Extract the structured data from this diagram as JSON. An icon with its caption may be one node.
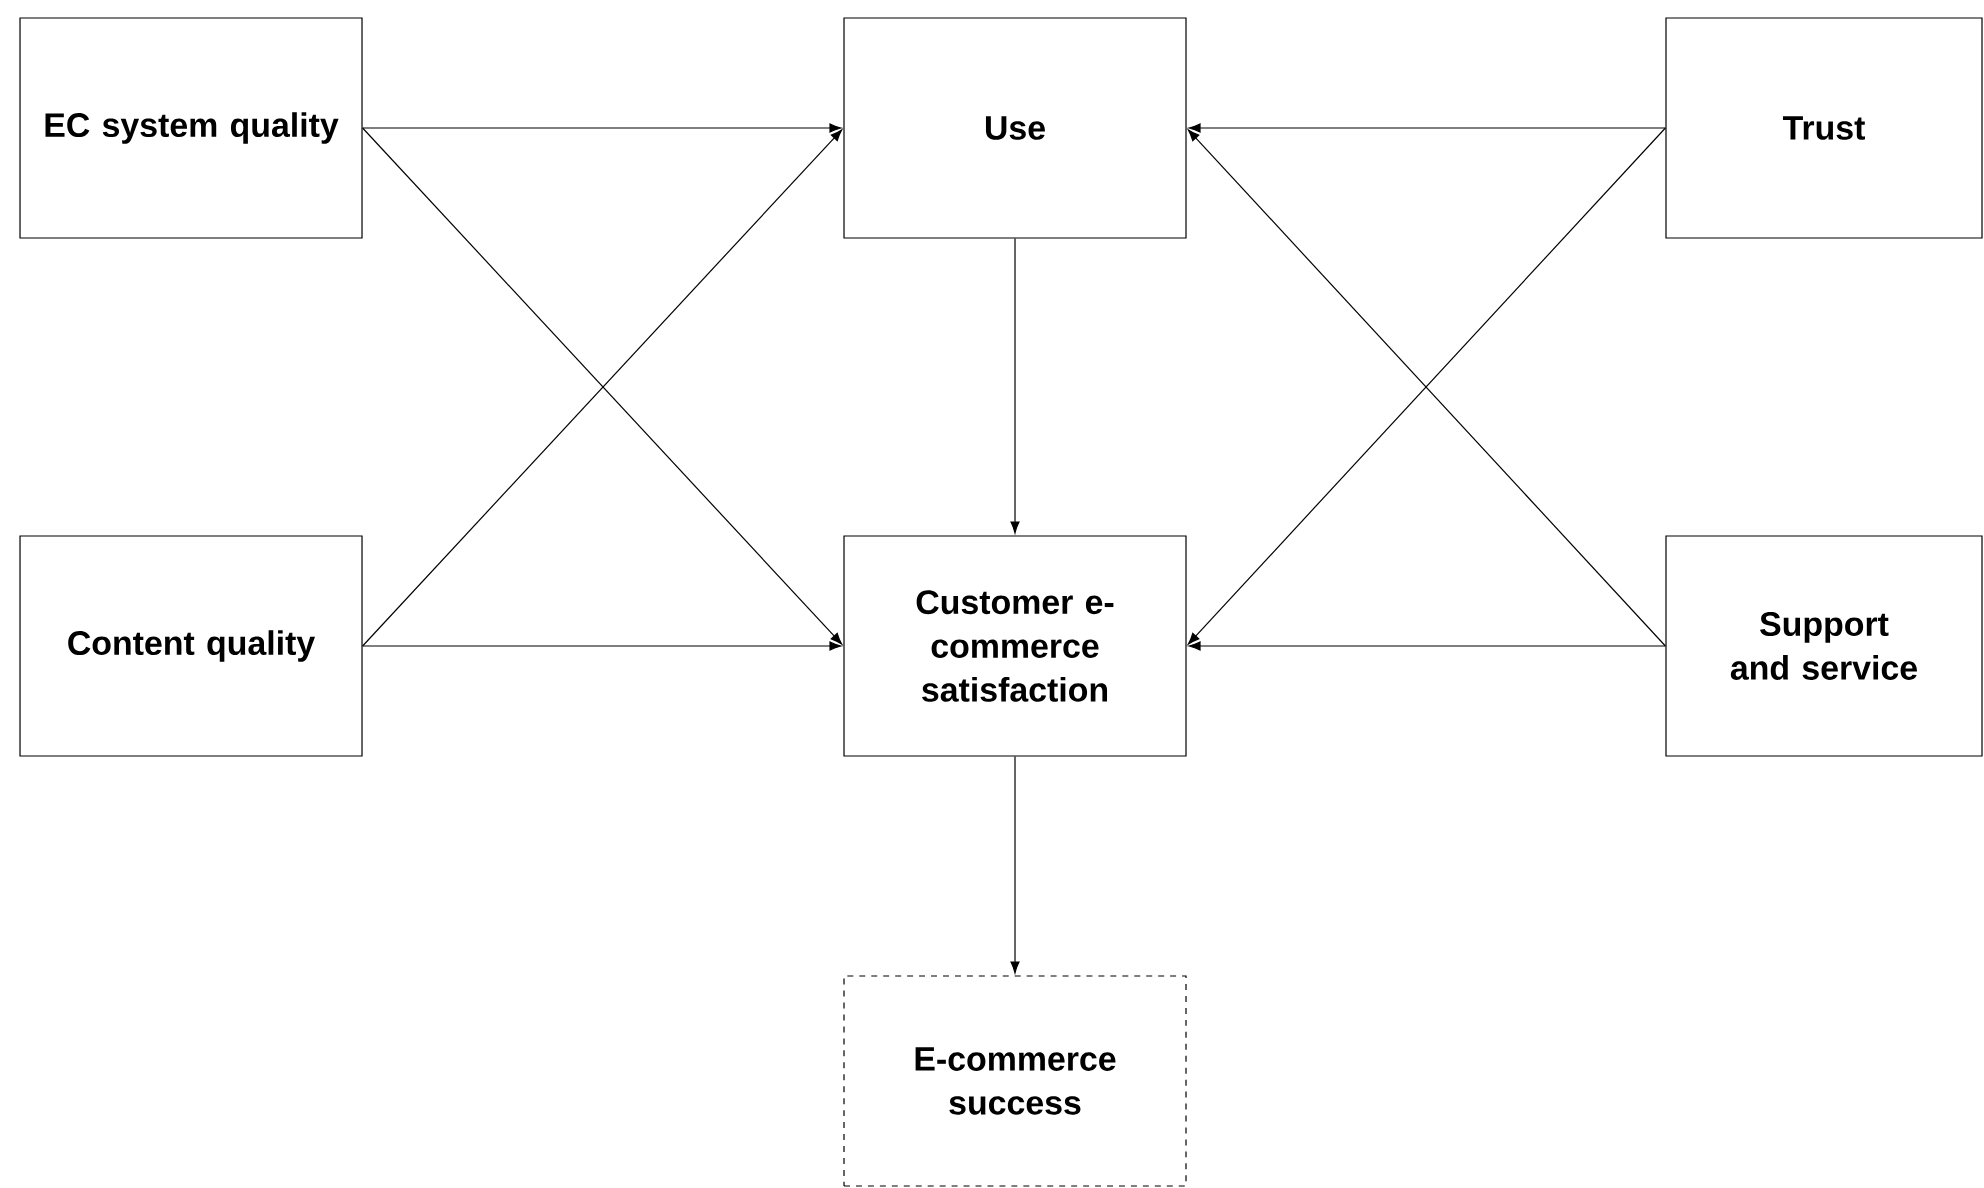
{
  "diagram": {
    "nodes": [
      {
        "text": [
          "EC system quality"
        ]
      },
      {
        "text": [
          "Use"
        ]
      },
      {
        "text": [
          "Trust"
        ]
      },
      {
        "text": [
          "Content quality"
        ]
      },
      {
        "text": [
          "Customer e-commerce satisfaction"
        ]
      },
      {
        "text": [
          "Support and service"
        ]
      },
      {
        "text": [
          "E-commerce success"
        ]
      }
    ],
    "edges": [
      {
        "from": 0,
        "to": 1,
        "arrow": "to"
      },
      {
        "from": 0,
        "to": 4,
        "arrow": "to"
      },
      {
        "from": 3,
        "to": 1,
        "arrow": "to"
      },
      {
        "from": 3,
        "to": 4,
        "arrow": "to"
      },
      {
        "from": 2,
        "to": 1,
        "arrow": "to"
      },
      {
        "from": 2,
        "to": 4,
        "arrow": "to"
      },
      {
        "from": 5,
        "to": 1,
        "arrow": "to"
      },
      {
        "from": 5,
        "to": 4,
        "arrow": "to"
      },
      {
        "from": 1,
        "to": 4,
        "arrow": "to"
      },
      {
        "from": 4,
        "to": 6,
        "arrow": "to"
      }
    ]
  }
}
